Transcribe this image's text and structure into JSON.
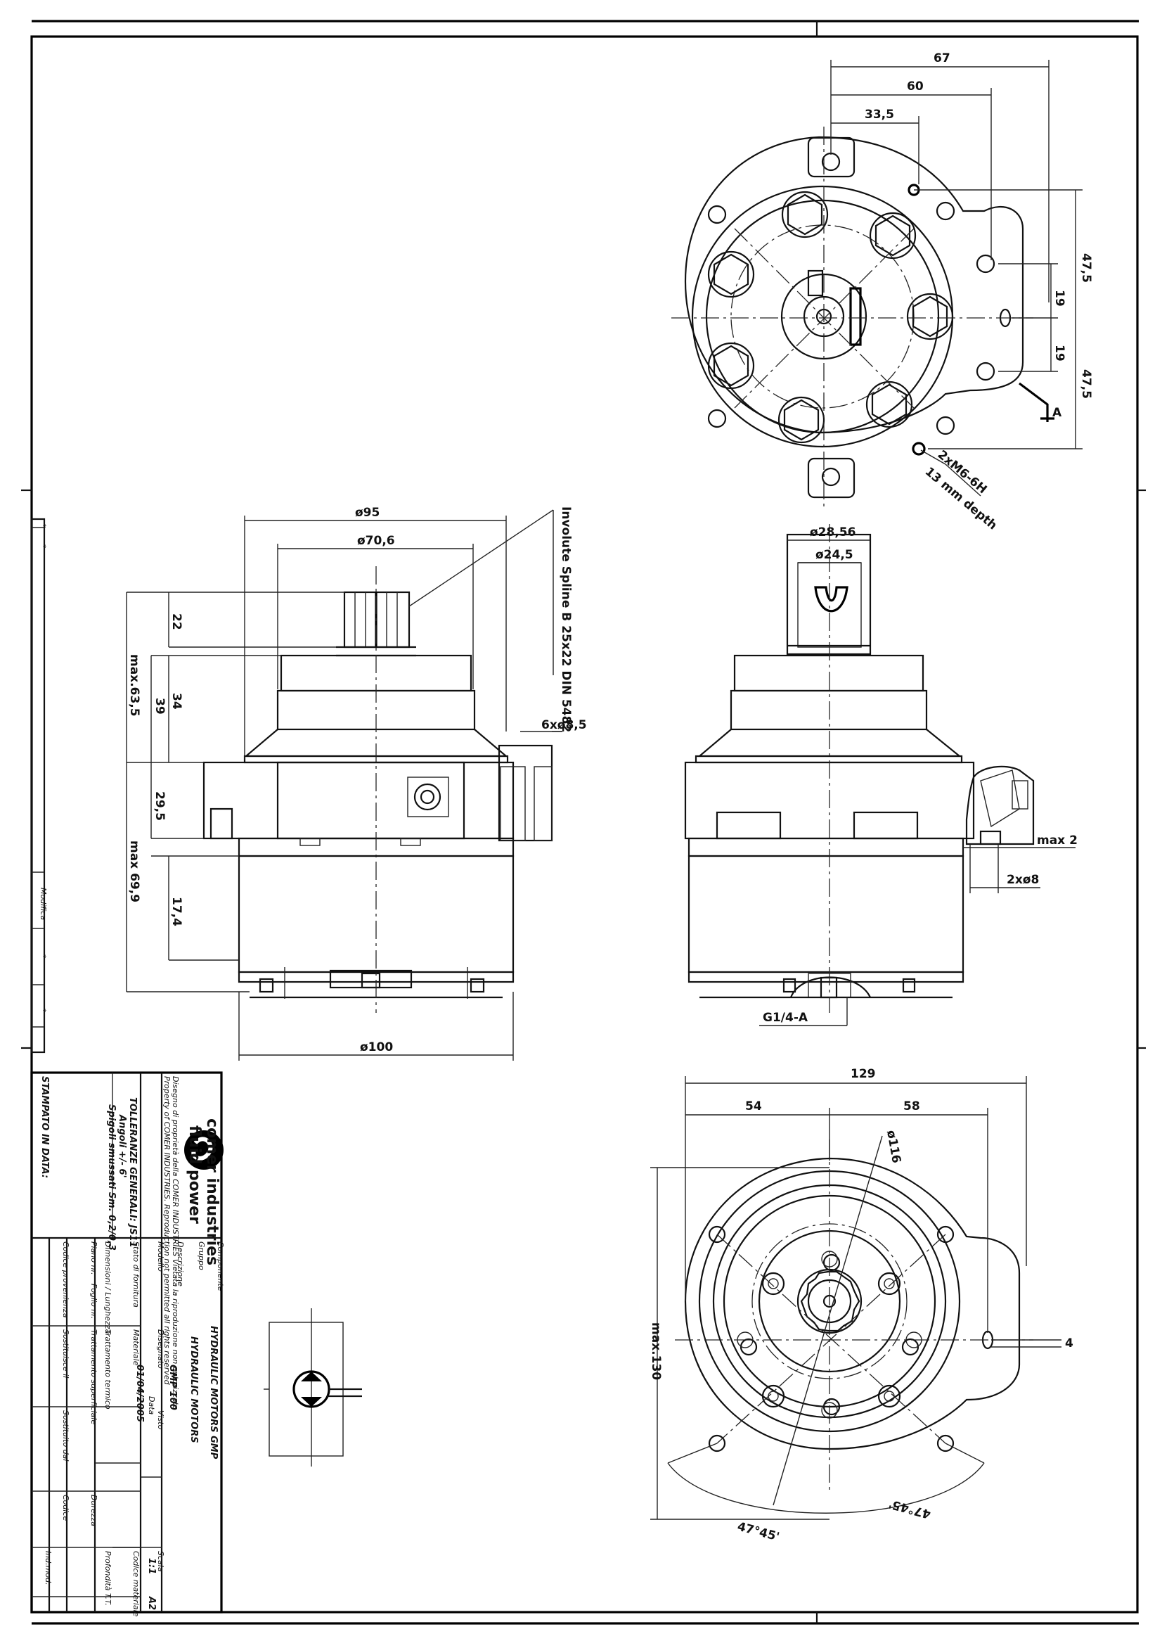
{
  "title_block": {
    "company_line1": "comer industries",
    "company_line2": "fluid power",
    "copyright_it": "Disegno di proprietà della COMER INDUSTRIES Vietata la riproduzione non autorizzata",
    "copyright_en": "Property of COMER INDUSTRIES. Reproduction not permitted all rights reserved",
    "tolerances_label": "TOLLERANZE GENERALI: JS11",
    "angles_label": "Angoli +/- 6'",
    "edges_label": "Spigoli smussati Sm. 0,2/0,3",
    "print_date_label": "STAMPATO IN DATA:",
    "componente_label": "Componente",
    "componente_value": "HYDRAULIC MOTORS GMP",
    "gruppo_label": "Gruppo",
    "gruppo_value": "HYDRAULIC MOTORS",
    "descrizione_label": "Descrizione",
    "descrizione_value": "GMP 100",
    "modello_label": "Modello",
    "disegnato_label": "Disegnato",
    "data_label": "Data",
    "data_value": "01/04/2005",
    "visto_label": "Visto",
    "scala_label": "Scala",
    "scala_value": "1:1",
    "formato_value": "A2",
    "codice_materiale_label": "Codice materiale",
    "stato_fornitura_label": "Stato di fornitura",
    "materiale_label": "Materiale",
    "dimensioni_label": "Dimensioni / Lunghezza",
    "trattamento_termico_label": "Trattamento termico",
    "profondita_label": "Profondità T.T.",
    "piano_label": "Piano nr.",
    "foglio_label": "Foglio nr.",
    "trattamento_superficiale_label": "Trattamento superficiale",
    "durezza_label": "Durezza",
    "codice_provenienza_label": "Codice provenienza",
    "sostituisce_label": "Sostituisce il",
    "sostituito_label": "Sostituito dal",
    "codice_label": "Codice",
    "indice_label": "Ind.mod.",
    "placeholder": "*",
    "side_label": "Modifica"
  },
  "dimensions": {
    "top_view": [
      "67",
      "60",
      "33,5",
      "47,5",
      "19",
      "19",
      "47,5",
      "A",
      "2xM6-6H",
      "13 mm depth"
    ],
    "side_view": [
      "ø95",
      "ø70,6",
      "Involute Spline B 25x22 DIN 5482",
      "22",
      "34",
      "max.63,5",
      "39",
      "6xø8,5",
      "29,5",
      "max 69,9",
      "17,4",
      "ø100"
    ],
    "front_view": [
      "ø28,56",
      "ø24,5",
      "max 2",
      "2xø8",
      "G1/4-A"
    ],
    "bottom_view": [
      "129",
      "54",
      "58",
      "ø116",
      "max.130",
      "4",
      "47°45'",
      "47°45'"
    ]
  }
}
